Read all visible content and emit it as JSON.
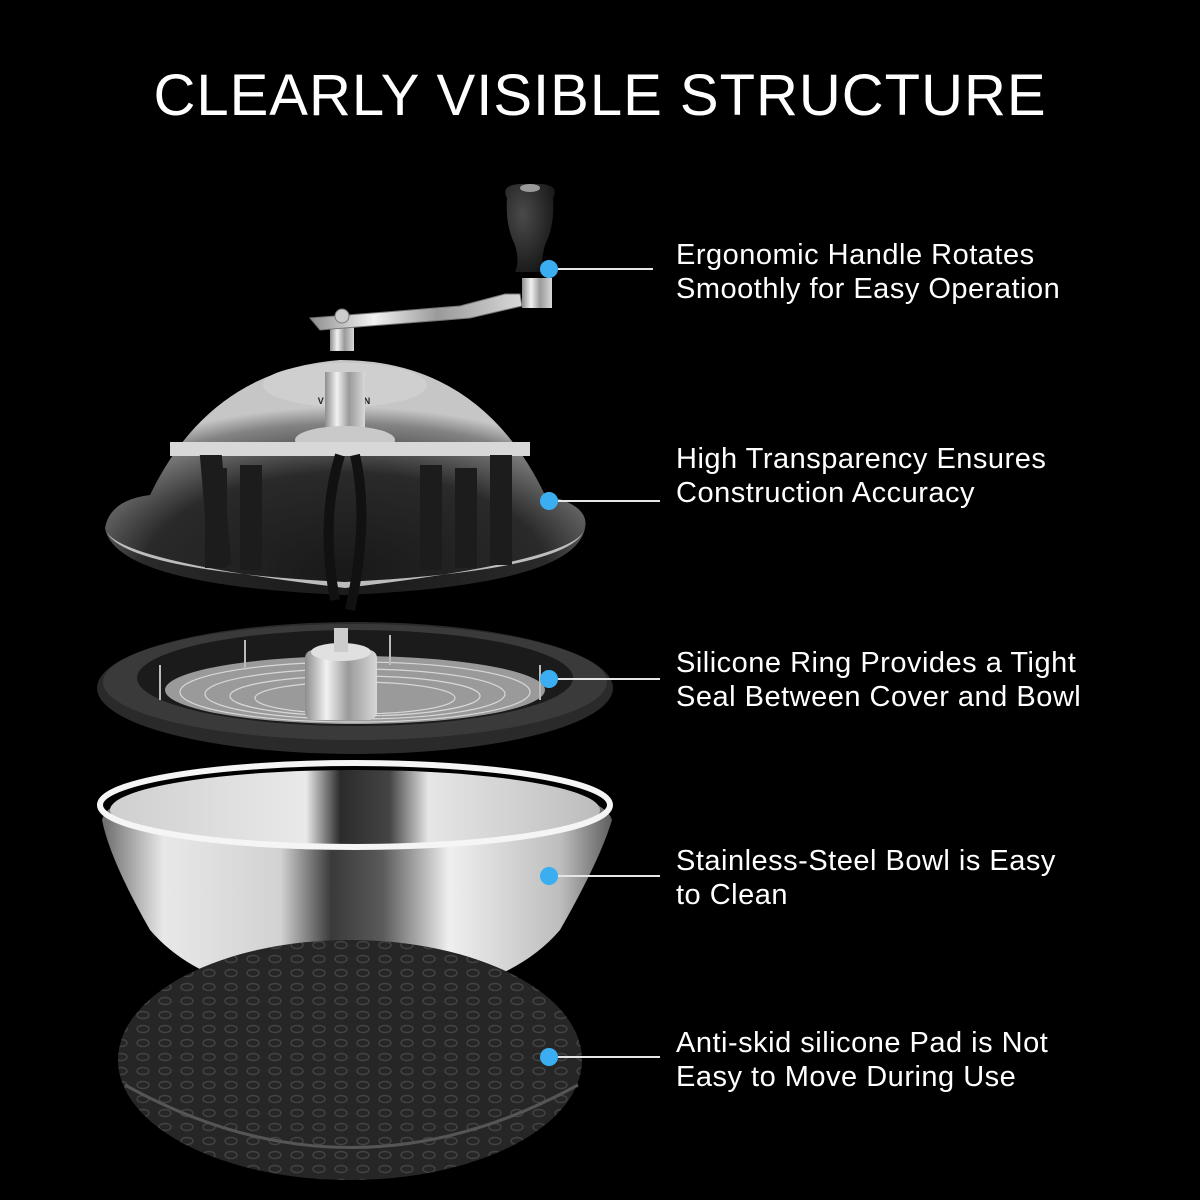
{
  "title": "CLEARLY VISIBLE STRUCTURE",
  "accent_color": "#3aaef0",
  "brand_mark": "VIVOSUN",
  "components": [
    {
      "id": "handle",
      "name": "handle",
      "icon": "crank-handle-icon"
    },
    {
      "id": "cover",
      "name": "transparent dome cover",
      "icon": "dome-cover-icon"
    },
    {
      "id": "ring",
      "name": "silicone ring with grate",
      "icon": "silicone-ring-icon"
    },
    {
      "id": "bowl",
      "name": "stainless-steel bowl",
      "icon": "bowl-icon"
    },
    {
      "id": "pad",
      "name": "anti-skid silicone pad",
      "icon": "pad-icon"
    }
  ],
  "callouts": [
    {
      "line1": "Ergonomic Handle Rotates",
      "line2": "Smoothly for Easy Operation"
    },
    {
      "line1": "High Transparency Ensures",
      "line2": "Construction Accuracy"
    },
    {
      "line1": "Silicone Ring Provides a Tight",
      "line2": "Seal Between Cover and Bowl"
    },
    {
      "line1": "Stainless-Steel Bowl is Easy",
      "line2": "to Clean"
    },
    {
      "line1": "Anti-skid silicone Pad is Not",
      "line2": "Easy to Move During Use"
    }
  ]
}
